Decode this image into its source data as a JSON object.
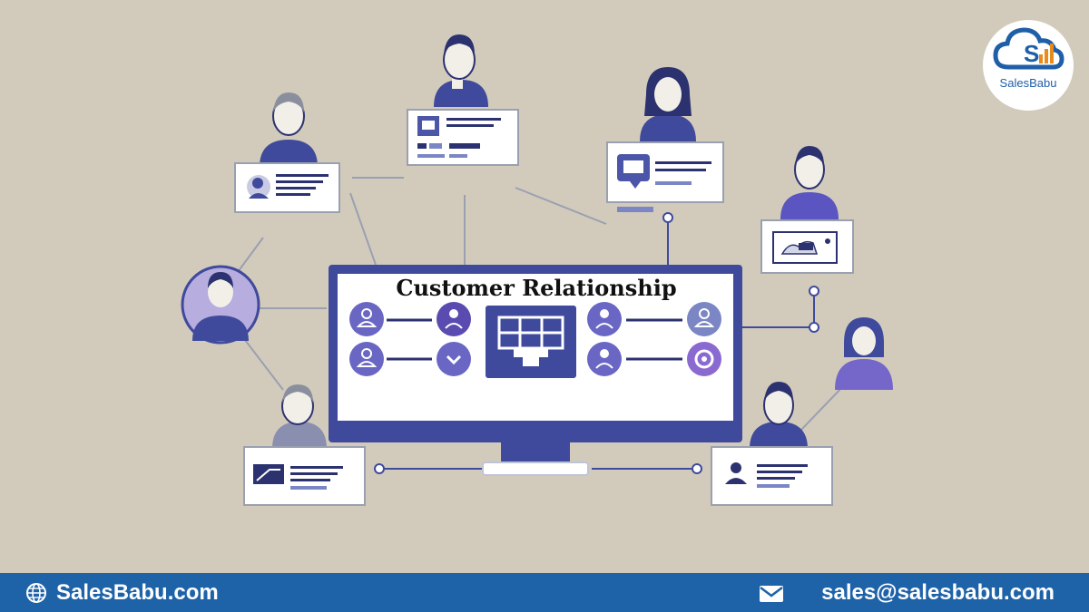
{
  "diagram": {
    "center_title": "Customer Relationship",
    "colors": {
      "background": "#d2cbbc",
      "accent": "#3f4a9c",
      "accent_light": "#7467c9",
      "card": "#ffffff",
      "footer": "#1e63a8"
    }
  },
  "brand": {
    "logo_text": "SalesBabu"
  },
  "footer": {
    "website": "SalesBabu.com",
    "email": "sales@salesbabu.com",
    "globe_icon": "globe-icon",
    "mail_icon": "mail-icon"
  }
}
